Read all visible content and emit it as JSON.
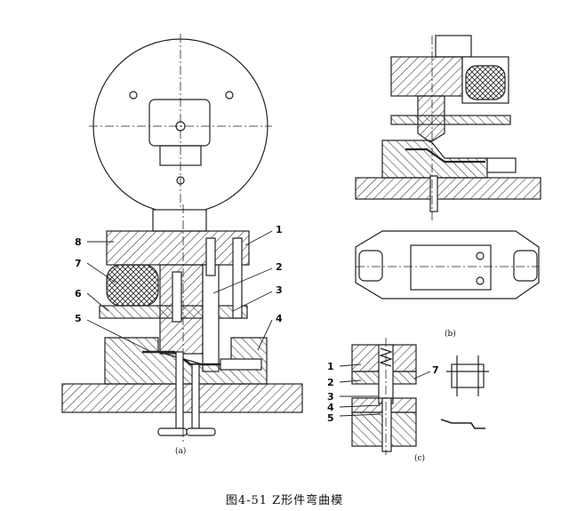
{
  "figure": {
    "caption": "图4-51 Z形件弯曲模",
    "view_a": {
      "label": "(a)",
      "callouts": [
        "1",
        "2",
        "3",
        "4",
        "5",
        "6",
        "7",
        "8"
      ]
    },
    "view_b": {
      "label": "(b)"
    },
    "view_c": {
      "label": "(c)",
      "callouts": [
        "1",
        "2",
        "3",
        "4",
        "5",
        "7"
      ]
    }
  }
}
